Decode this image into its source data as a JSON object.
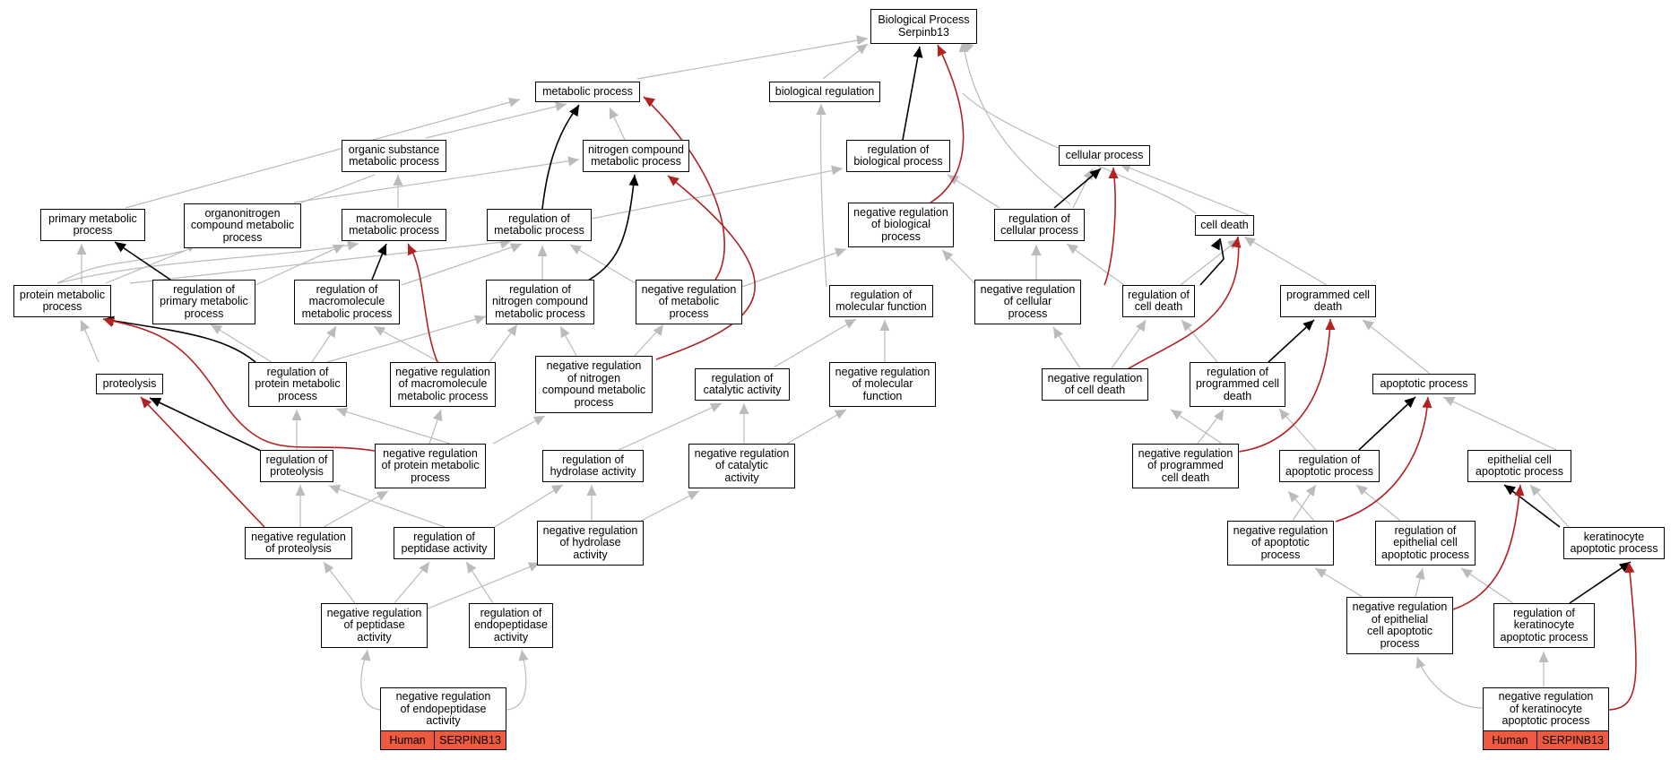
{
  "colors": {
    "gray": "#bbbbbb",
    "black": "#000000",
    "red": "#b22222",
    "gene_fill": "#ee5a3f"
  },
  "nodes": {
    "bp": "Biological Process\nSerpinb13",
    "metabolic": "metabolic process",
    "bioreg": "biological regulation",
    "orgsub": "organic substance\nmetabolic process",
    "nitrogen": "nitrogen compound\nmetabolic process",
    "regbio": "regulation of\nbiological process",
    "cellular": "cellular process",
    "primary": "primary metabolic\nprocess",
    "organonit": "organonitrogen\ncompound metabolic\nprocess",
    "macromol": "macromolecule\nmetabolic process",
    "regmetab": "regulation of\nmetabolic process",
    "negregbio": "negative regulation\nof biological\nprocess",
    "regcell": "regulation of\ncellular process",
    "celldeath": "cell death",
    "protmetab": "protein metabolic\nprocess",
    "regprimary": "regulation of\nprimary metabolic\nprocess",
    "regmacro": "regulation of\nmacromolecule\nmetabolic process",
    "regnitro": "regulation of\nnitrogen compound\nmetabolic process",
    "negregmetab": "negative regulation\nof metabolic\nprocess",
    "regmolfun": "regulation of\nmolecular function",
    "negregcell": "negative regulation\nof cellular\nprocess",
    "regcelldeath": "regulation of\ncell death",
    "pcd": "programmed cell\ndeath",
    "proteolysis": "proteolysis",
    "regprotmetab": "regulation of\nprotein metabolic\nprocess",
    "negregmacro": "negative regulation\nof macromolecule\nmetabolic process",
    "negregnitro": "negative regulation\nof nitrogen\ncompound metabolic\nprocess",
    "regcatal": "regulation of\ncatalytic activity",
    "negregmolfun": "negative regulation\nof molecular\nfunction",
    "negregcelldeath": "negative regulation\nof cell death",
    "regpcd": "regulation of\nprogrammed cell\ndeath",
    "apoptotic": "apoptotic process",
    "regproteolysis": "regulation of\nproteolysis",
    "negregprotmetab": "negative regulation\nof protein metabolic\nprocess",
    "reghydro": "regulation of\nhydrolase activity",
    "negregcatal": "negative regulation\nof catalytic\nactivity",
    "negregpcd": "negative regulation\nof programmed\ncell death",
    "regapop": "regulation of\napoptotic process",
    "epiapop": "epithelial cell\napoptotic process",
    "negregproteolysis": "negative regulation\nof proteolysis",
    "regpeptidase": "regulation of\npeptidase activity",
    "negreghydro": "negative regulation\nof hydrolase\nactivity",
    "negregapop": "negative regulation\nof apoptotic\nprocess",
    "regepiapop": "regulation of\nepithelial cell\napoptotic process",
    "kerapop": "keratinocyte\napoptotic process",
    "negregpeptidase": "negative regulation\nof peptidase\nactivity",
    "regendo": "regulation of\nendopeptidase\nactivity",
    "negregepiapop": "negative regulation\nof epithelial\ncell apoptotic\nprocess",
    "regkerapop": "regulation of\nkeratinocyte\napoptotic process",
    "negregendo": "negative regulation\nof endopeptidase\nactivity",
    "negregkerapop": "negative regulation\nof keratinocyte\napoptotic process"
  },
  "genes": {
    "left": {
      "species": "Human",
      "symbol": "SERPINB13"
    },
    "right": {
      "species": "Human",
      "symbol": "SERPINB13"
    }
  }
}
